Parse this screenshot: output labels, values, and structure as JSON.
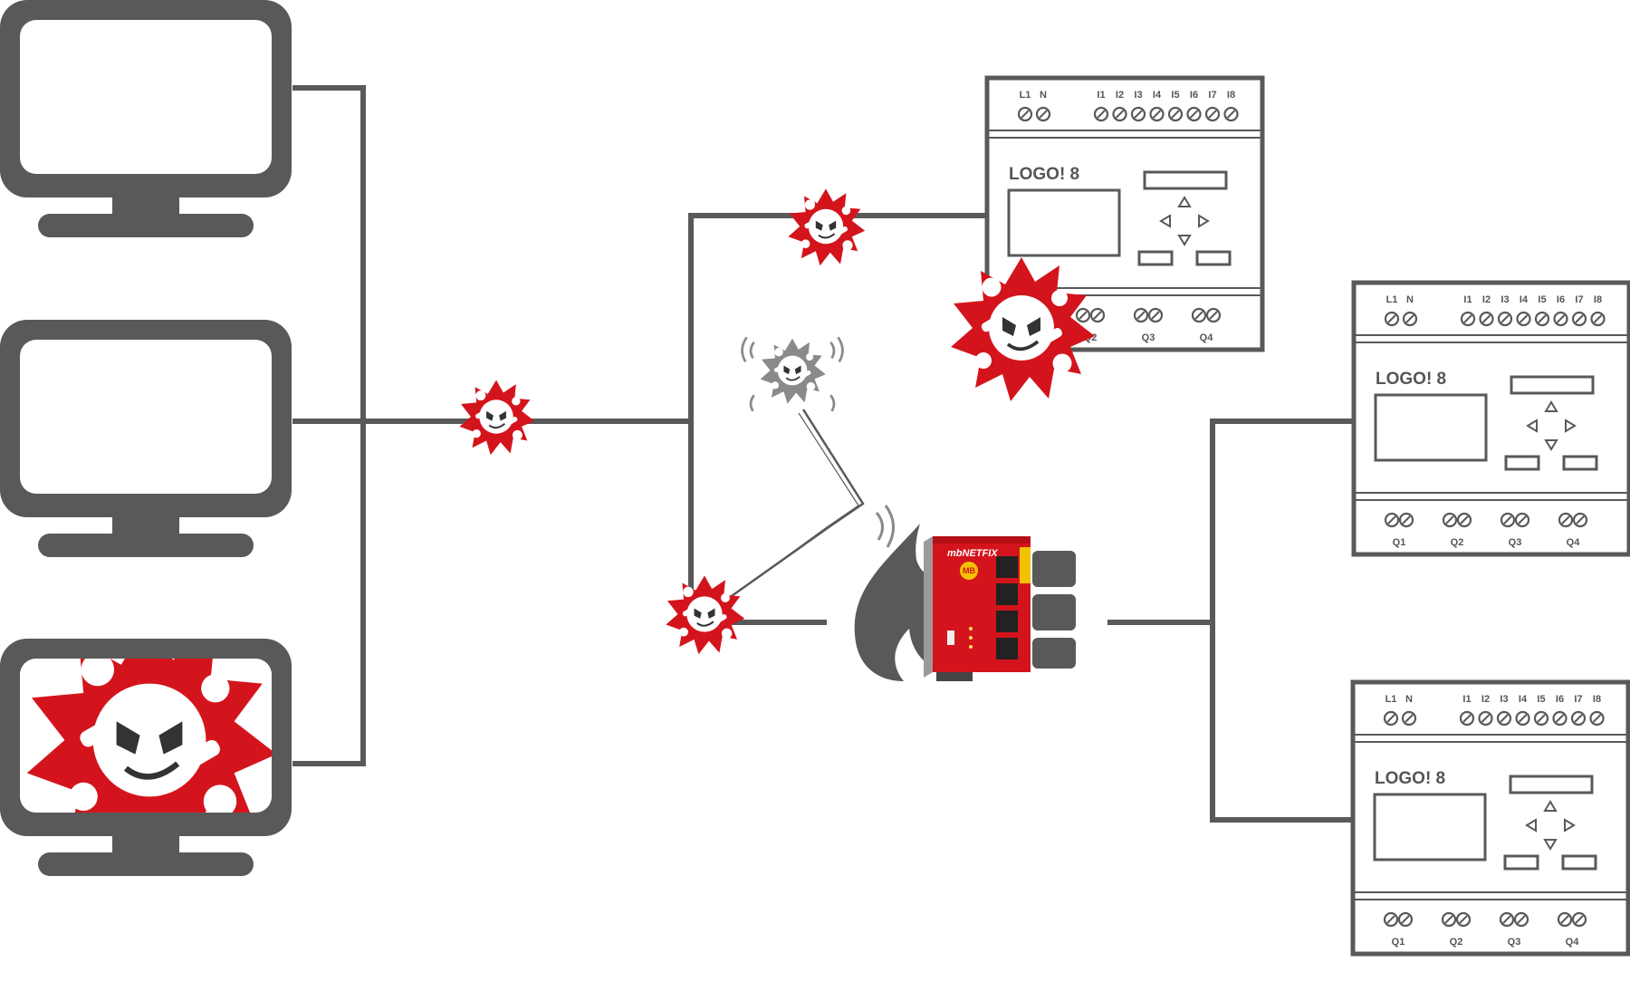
{
  "colors": {
    "line": "#595959",
    "virus_red": "#d4141c",
    "virus_grey": "#8a8a8a",
    "white": "#ffffff"
  },
  "icons": {
    "workstation": "monitor-icon",
    "threat": "virus-icon",
    "threat_wireless": "wireless-virus-icon",
    "firewall": "flame-icon",
    "security_router": "router-device-icon",
    "plc": "plc-module-icon"
  },
  "router": {
    "brand": "mbNETFIX",
    "badge": "MB"
  },
  "plc": {
    "title": "LOGO! 8",
    "power_terminals": [
      "L1",
      "N"
    ],
    "input_terminals": [
      "I1",
      "I2",
      "I3",
      "I4",
      "I5",
      "I6",
      "I7",
      "I8"
    ],
    "output_terminals": [
      "Q1",
      "Q2",
      "Q3",
      "Q4"
    ]
  }
}
